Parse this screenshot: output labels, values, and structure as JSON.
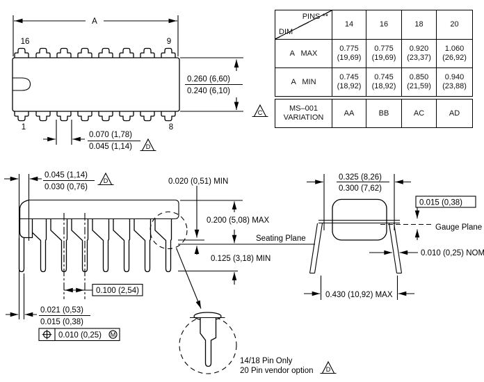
{
  "top_view": {
    "dim_a_label": "A",
    "pin_labels": {
      "top_left": "16",
      "top_right": "9",
      "bottom_left": "1",
      "bottom_right": "8"
    },
    "body_width": {
      "max": "0.260 (6,60)",
      "min": "0.240 (6,10)"
    },
    "lead_width": {
      "max": "0.070 (1,78)",
      "min": "0.045 (1,14)"
    },
    "note_letter": "D"
  },
  "pin_table": {
    "corner": {
      "top": "PINS **",
      "left": "DIM"
    },
    "columns": [
      "14",
      "16",
      "18",
      "20"
    ],
    "row_a_max": {
      "label": "A   MAX",
      "inch": [
        "0.775",
        "0.775",
        "0.920",
        "1.060"
      ],
      "mm": [
        "(19,69)",
        "(19,69)",
        "(23,37)",
        "(26,92)"
      ]
    },
    "row_a_min": {
      "label": "A   MIN",
      "inch": [
        "0.745",
        "0.745",
        "0.850",
        "0.940"
      ],
      "mm": [
        "(18,92)",
        "(18,92)",
        "(21,59)",
        "(23,88)"
      ]
    },
    "row_variation": {
      "label_line1": "MS–001",
      "label_line2": "VARIATION",
      "values": [
        "AA",
        "BB",
        "AC",
        "AD"
      ]
    },
    "note_letter": "C"
  },
  "side_view": {
    "lead_shoulder_width": {
      "max": "0.045 (1,14)",
      "min": "0.030 (0,76)",
      "note_letter": "D"
    },
    "standoff": "0.020 (0,51) MIN",
    "body_height": "0.200 (5,08) MAX",
    "seating_plane_label": "Seating Plane",
    "lead_length": "0.125 (3,18) MIN",
    "pitch": "0.100 (2,54)",
    "lead_thickness": {
      "max": "0.021 (0,53)",
      "min": "0.015 (0,38)"
    },
    "true_position": {
      "tolerance": "0.010 (0,25)",
      "modifier": "M"
    }
  },
  "end_view": {
    "body_width": {
      "max": "0.325 (8,26)",
      "min": "0.300 (7,62)"
    },
    "gauge_offset": "0.015 (0,38)",
    "gauge_plane_label": "Gauge Plane",
    "lead_thickness": "0.010 (0,25) NOM",
    "span": "0.430 (10,92) MAX"
  },
  "detail": {
    "line1": "14/18 Pin Only",
    "line2": "20 Pin vendor option",
    "note_letter": "D"
  }
}
